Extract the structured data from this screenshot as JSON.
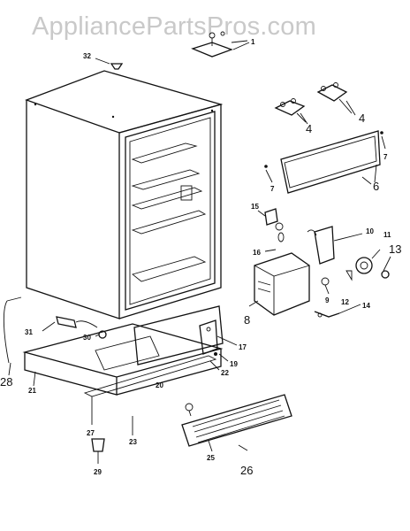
{
  "watermark": "AppliancePartsPros.com",
  "callouts": [
    {
      "id": "c1",
      "text": "1"
    },
    {
      "id": "c4a",
      "text": "4"
    },
    {
      "id": "c4b",
      "text": "4"
    },
    {
      "id": "c6",
      "text": "6"
    },
    {
      "id": "c7a",
      "text": "7"
    },
    {
      "id": "c7b",
      "text": "7"
    },
    {
      "id": "c8",
      "text": "8"
    },
    {
      "id": "c9",
      "text": "9"
    },
    {
      "id": "c10",
      "text": "10"
    },
    {
      "id": "c11",
      "text": "11"
    },
    {
      "id": "c12",
      "text": "12"
    },
    {
      "id": "c13",
      "text": "13"
    },
    {
      "id": "c14",
      "text": "14"
    },
    {
      "id": "c15",
      "text": "15"
    },
    {
      "id": "c16",
      "text": "16"
    },
    {
      "id": "c17",
      "text": "17"
    },
    {
      "id": "c19",
      "text": "19"
    },
    {
      "id": "c20",
      "text": "20"
    },
    {
      "id": "c21",
      "text": "21"
    },
    {
      "id": "c22",
      "text": "22"
    },
    {
      "id": "c23",
      "text": "23"
    },
    {
      "id": "c25",
      "text": "25"
    },
    {
      "id": "c26",
      "text": "26"
    },
    {
      "id": "c27",
      "text": "27"
    },
    {
      "id": "c28",
      "text": "28"
    },
    {
      "id": "c29",
      "text": "29"
    },
    {
      "id": "c30",
      "text": "30"
    },
    {
      "id": "c31",
      "text": "31"
    },
    {
      "id": "c32",
      "text": "32"
    }
  ]
}
